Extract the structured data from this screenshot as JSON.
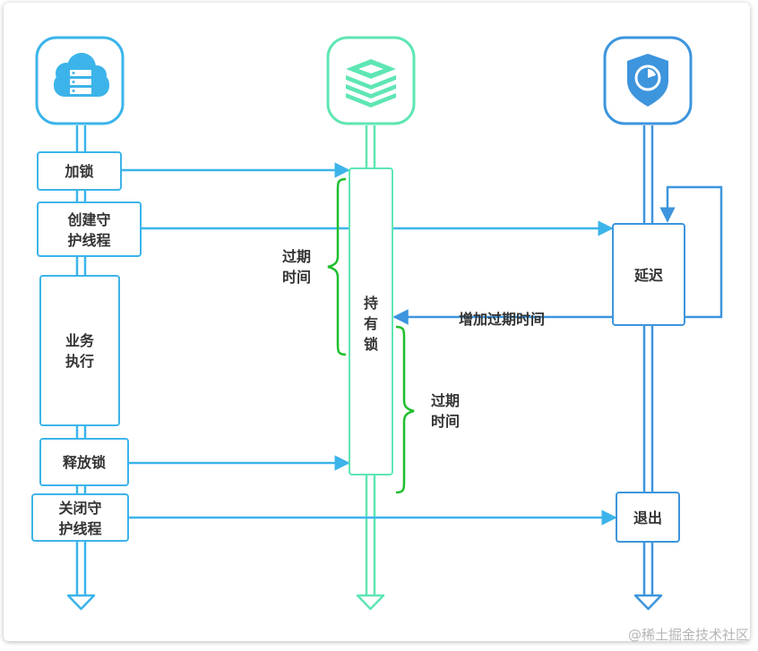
{
  "colors": {
    "client": "#3cb4ea",
    "redis": "#5ee6b3",
    "watchdog": "#3d95dd",
    "bracket": "#1fbf2d",
    "text": "#333333"
  },
  "icons": {
    "client": "cloud-server-icon",
    "redis": "redis-stack-icon",
    "watchdog": "shield-timer-icon"
  },
  "client_steps": {
    "lock": "加锁",
    "create_line1": "创建守",
    "create_line2": "护线程",
    "exec_line1": "业务",
    "exec_line2": "执行",
    "release": "释放锁",
    "close_line1": "关闭守",
    "close_line2": "护线程"
  },
  "redis": {
    "hold_line1": "持",
    "hold_line2": "有",
    "hold_line3": "锁"
  },
  "watchdog": {
    "delay": "延迟",
    "exit": "退出"
  },
  "messages": {
    "extend": "增加过期时间"
  },
  "brackets": {
    "first_line1": "过期",
    "first_line2": "时间",
    "second_line1": "过期",
    "second_line2": "时间"
  },
  "watermark": "@稀土掘金技术社区"
}
